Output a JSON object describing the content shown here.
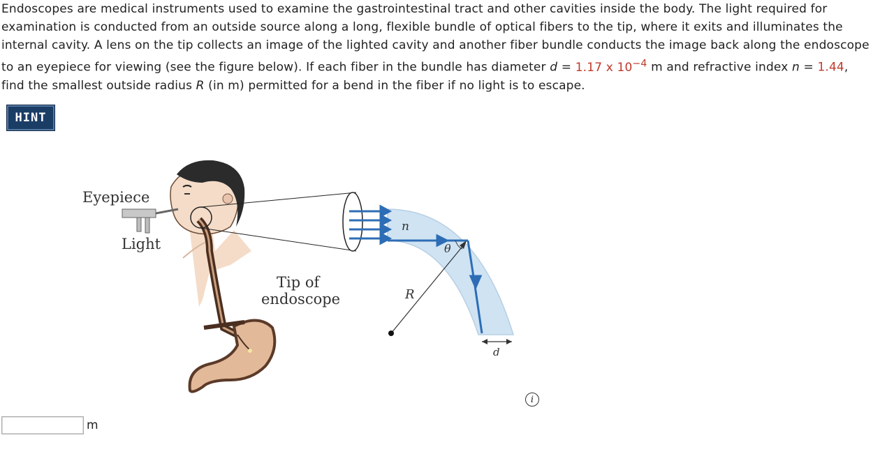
{
  "problem": {
    "text_1": "Endoscopes are medical instruments used to examine the gastrointestinal tract and other cavities inside the body. The light required for examination is conducted from an outside source along a long, flexible bundle of optical fibers to the tip, where it exits and illuminates the internal cavity. A lens on the tip collects an image of the lighted cavity and another fiber bundle conducts the image back along the endoscope to an eyepiece for viewing (see the figure below). If each fiber in the bundle has diameter ",
    "d_var": "d",
    "eq": " = ",
    "d_mantissa": "1.17 x 10",
    "d_exponent": "−4",
    "text_2": " m and refractive index ",
    "n_var": "n",
    "eq2": " = ",
    "n_value": "1.44",
    "text_3": ", find the smallest outside radius ",
    "R_var": "R",
    "text_4": " (in m) permitted for a bend in the fiber if no light is to escape."
  },
  "hint_label": "HINT",
  "figure": {
    "eyepiece_label": "Eyepiece",
    "light_label": "Light",
    "tip_label_1": "Tip of",
    "tip_label_2": "endoscope",
    "n_label": "n",
    "theta_label": "θ",
    "R_label": "R",
    "d_label": "d"
  },
  "answer": {
    "value": "",
    "unit": "m"
  },
  "info_icon_glyph": "i",
  "colors": {
    "red_value": "#c0392b",
    "hint_bg": "#1a3d66",
    "ray_blue": "#2d6db5",
    "fiber_fill": "#cfe3f3"
  }
}
